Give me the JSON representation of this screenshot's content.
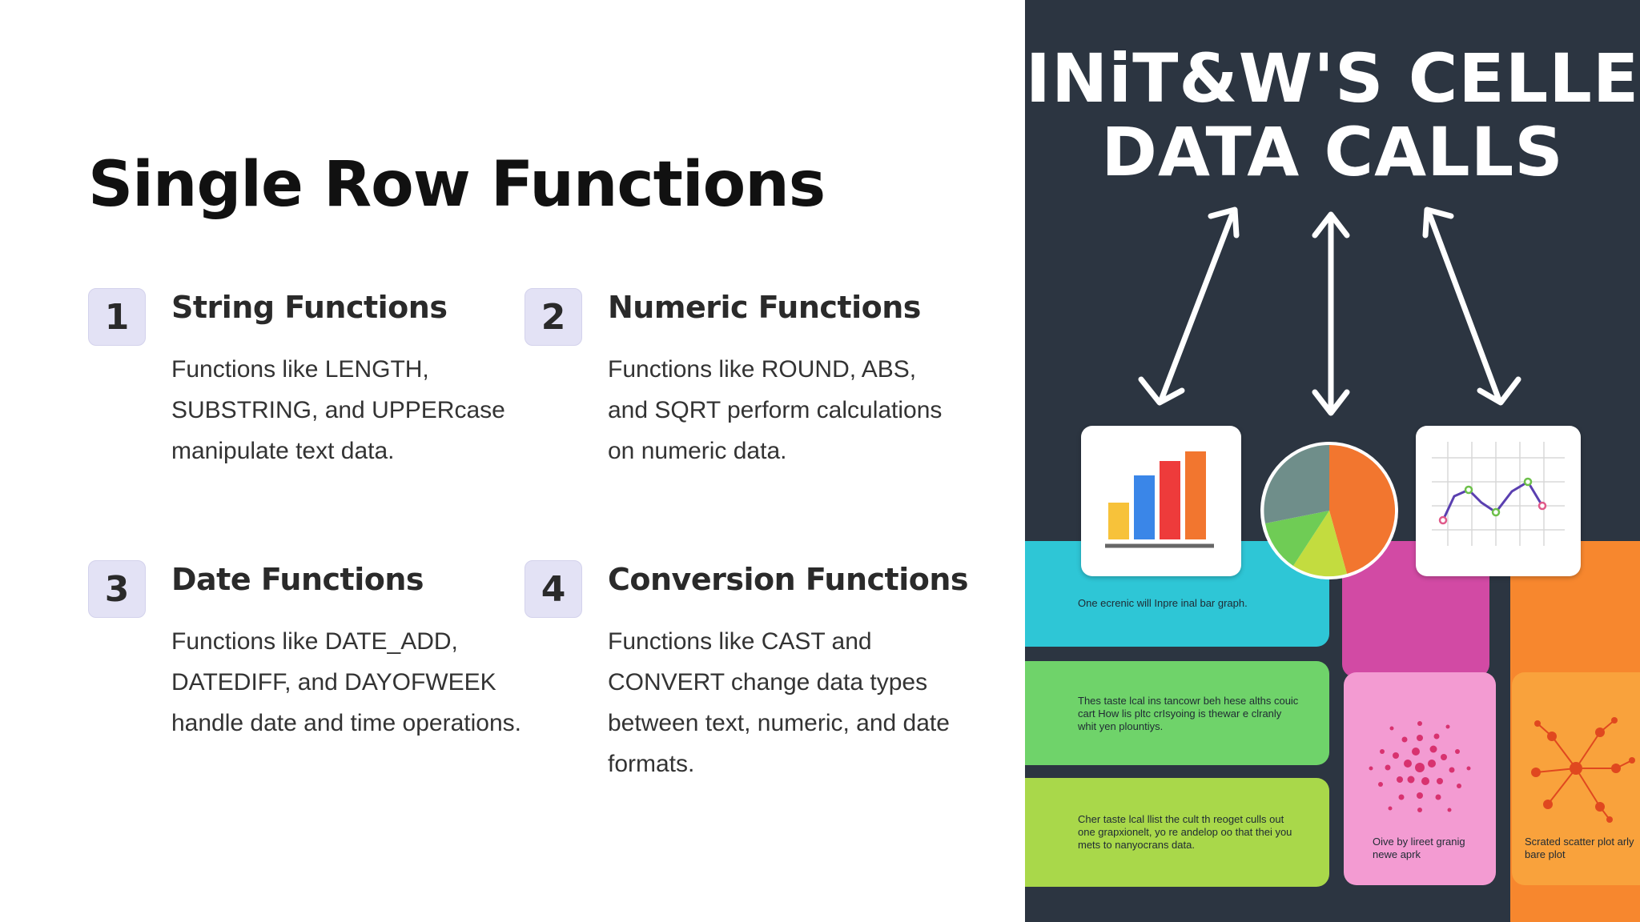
{
  "slide": {
    "title": "Single Row Functions",
    "items": [
      {
        "number": "1",
        "title": "String Functions",
        "description": "Functions like LENGTH, SUBSTRING, and UPPERcase manipulate text data."
      },
      {
        "number": "2",
        "title": "Numeric Functions",
        "description": "Functions like ROUND, ABS, and SQRT perform calculations on numeric data."
      },
      {
        "number": "3",
        "title": "Date Functions",
        "description": "Functions like DATE_ADD, DATEDIFF, and DAYOFWEEK handle date and time operations."
      },
      {
        "number": "4",
        "title": "Conversion Functions",
        "description": "Functions like CAST and CONVERT change data types between text, numeric, and date formats."
      }
    ]
  },
  "illustration": {
    "title_line1": "INiT&W'S CELLE",
    "title_line2": "DATA CALLS",
    "panel_texts": {
      "cyan": "One ecrenic will Inpre inal bar graph.",
      "green": "Thes taste lcal ins tancowr beh hese alths couic cart How lis pltc crIsyoing is thewar e clranly whit yen plountiys.",
      "lime": "Cher taste lcal llist the cult th reoget culls out one grapxionelt, yo re andelop oo that thei you mets to nanyocrans data.",
      "pink": "Oive by lireet granig newe aprk",
      "orange": "Scrated scatter plot arly bare plot"
    },
    "colors": {
      "background": "#2c3541",
      "cyan": "#2ec6d6",
      "green": "#6fd36a",
      "lime": "#a9d84a",
      "magenta": "#d24aa4",
      "pink": "#f39bd2",
      "orange": "#f7872e",
      "bar_yellow": "#f7c23a",
      "bar_blue": "#3a86e8",
      "bar_red": "#ee3b3b",
      "bar_orange": "#f2762f"
    }
  }
}
